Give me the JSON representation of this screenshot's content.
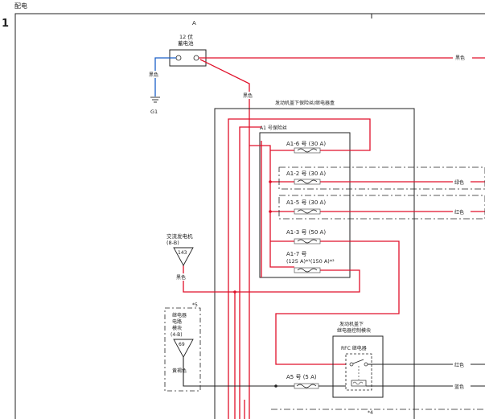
{
  "header": {
    "section_title": "配电",
    "page_number": "1"
  },
  "battery": {
    "connector": "A",
    "label_line1": "12 伏",
    "label_line2": "蓄电池"
  },
  "ground": {
    "wire_color": "黑色",
    "id": "G1"
  },
  "battery_wire_color": "黑色",
  "battery_right_wire_color": "黑色",
  "fuse_box": {
    "title": "发动机盖下保险丝/继电器盒",
    "group_title": "A1 号保险丝",
    "fuses": [
      {
        "label": "A1-6 号 (30 A)"
      },
      {
        "label": "A1-2 号 (30 A)"
      },
      {
        "label": "A1-5 号 (30 A)"
      },
      {
        "label": "A1-3 号 (50 A)"
      },
      {
        "label": "A1-7 号",
        "sub": "(125 A)*¹(150 A)*²"
      }
    ],
    "a5_fuse": "A5 号 (5 A)",
    "relay_box_title_line1": "发动机盖下",
    "relay_box_title_line2": "继电器控制模块",
    "relay_title": "RFC 继电器",
    "note_bottom": "*4"
  },
  "right_wires": [
    {
      "color": "绿色"
    },
    {
      "color": "红色"
    },
    {
      "color": "红色"
    },
    {
      "color": "蓝色"
    }
  ],
  "alternator": {
    "title": "交流发电机",
    "pin_ref": "(8-B)",
    "terminal": "143",
    "wire_color": "黑色"
  },
  "relay_module": {
    "note": "*5",
    "title_lines": [
      "继电器",
      "电路",
      "模块"
    ],
    "pin_ref": "(4-B)",
    "terminal": "69",
    "wire_color": "黄褐色"
  }
}
